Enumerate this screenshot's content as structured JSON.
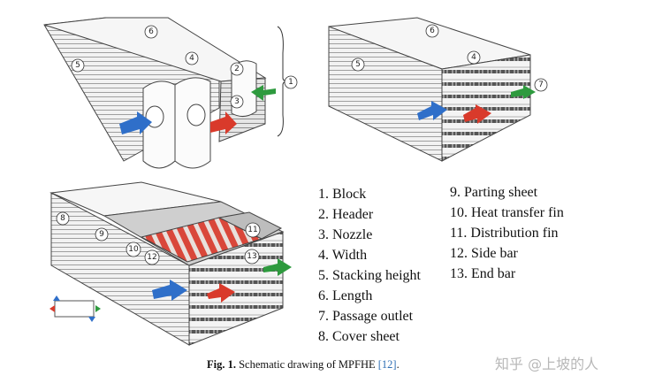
{
  "legend": {
    "left": [
      "1. Block",
      "2. Header",
      "3. Nozzle",
      "4. Width",
      "5. Stacking height",
      "6. Length",
      "7. Passage outlet",
      "8. Cover sheet"
    ],
    "right": [
      "9. Parting sheet",
      "10. Heat transfer fin",
      "11. Distribution fin",
      "12. Side bar",
      "13. End bar"
    ]
  },
  "caption": {
    "prefix": "Fig. 1.",
    "text": "Schematic drawing of MPFHE",
    "ref": "[12]",
    "suffix": "."
  },
  "callouts": {
    "c1": "1",
    "c2": "2",
    "c3": "3",
    "c4": "4",
    "c5": "5",
    "c6": "6",
    "c7": "7",
    "c8": "8",
    "c9": "9",
    "c10": "10",
    "c11": "11",
    "c12": "12",
    "c13": "13"
  },
  "watermark": "知乎 @上坡的人",
  "colors": {
    "hot_arrow": "#d93a2b",
    "cold_arrow": "#2f6fc9",
    "green_arrow": "#2e9a3e",
    "fin_red": "#d9473a",
    "ref_link": "#2f6fb5"
  }
}
